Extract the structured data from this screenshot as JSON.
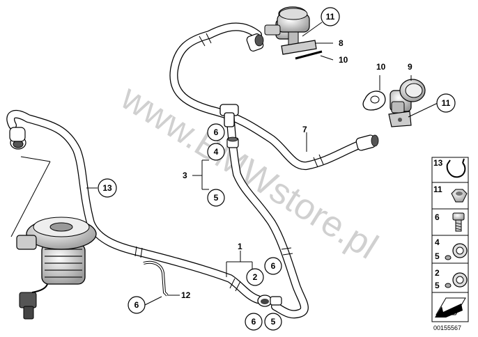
{
  "watermark": "www.BMWstore.pl",
  "image_number": "00155567",
  "callouts": {
    "c11_top": "11",
    "c8": "8",
    "c10_top": "10",
    "c10_mid": "10",
    "c9": "9",
    "c11_mid": "11",
    "c7": "7",
    "c6_top": "6",
    "c4_top": "4",
    "c3": "3",
    "c5_mid": "5",
    "c13": "13",
    "c1": "1",
    "c2": "2",
    "c6_mid": "6",
    "c6_bot": "6",
    "c12": "12",
    "c6_bottom": "6",
    "c5_bottom": "5"
  },
  "legend": {
    "items": [
      {
        "labels": [
          "13"
        ]
      },
      {
        "labels": [
          "11"
        ]
      },
      {
        "labels": [
          "6"
        ]
      },
      {
        "labels": [
          "4",
          "5"
        ]
      },
      {
        "labels": [
          "2",
          "5"
        ]
      }
    ]
  },
  "colors": {
    "line": "#000000",
    "hose_fill": "#ffffff",
    "part_fill": "#e6e6e6",
    "watermark": "#000000"
  }
}
